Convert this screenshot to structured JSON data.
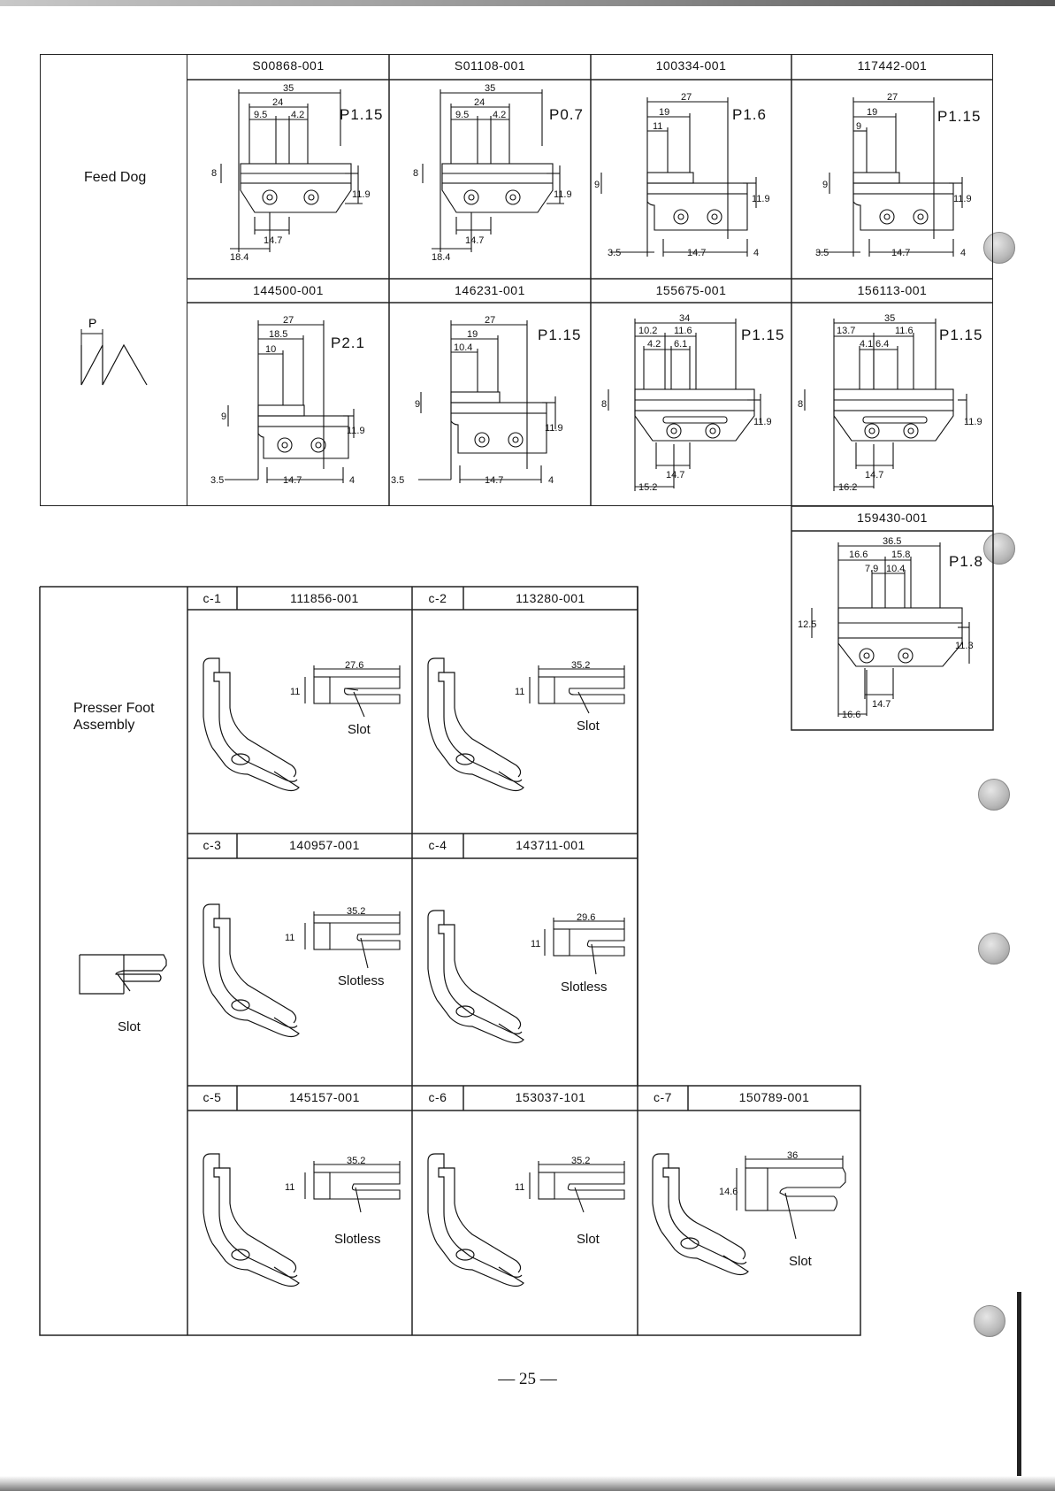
{
  "sections": {
    "feed_dog": "Feed Dog",
    "presser_foot": "Presser Foot\nAssembly"
  },
  "symbols": {
    "p": "P",
    "slot": "Slot"
  },
  "feed_dogs": [
    {
      "part": "S00868-001",
      "pitch": "P1.15",
      "dims": [
        "35",
        "24",
        "9.5",
        "4.2",
        "8",
        "11.9",
        "14.7",
        "18.4"
      ]
    },
    {
      "part": "S01108-001",
      "pitch": "P0.7",
      "dims": [
        "35",
        "24",
        "9.5",
        "4.2",
        "8",
        "11.9",
        "14.7",
        "18.4"
      ]
    },
    {
      "part": "100334-001",
      "pitch": "P1.6",
      "dims": [
        "27",
        "19",
        "11",
        "9",
        "11.9",
        "3.5",
        "14.7",
        "4"
      ]
    },
    {
      "part": "117442-001",
      "pitch": "P1.15",
      "dims": [
        "27",
        "19",
        "9",
        "9",
        "11.9",
        "3.5",
        "14.7",
        "4"
      ]
    },
    {
      "part": "144500-001",
      "pitch": "P2.1",
      "dims": [
        "27",
        "18.5",
        "10",
        "9",
        "11.9",
        "3.5",
        "14.7",
        "4"
      ]
    },
    {
      "part": "146231-001",
      "pitch": "P1.15",
      "dims": [
        "27",
        "19",
        "10.4",
        "9",
        "11.9",
        "3.5",
        "14.7",
        "4"
      ]
    },
    {
      "part": "155675-001",
      "pitch": "P1.15",
      "dims": [
        "34",
        "10.2",
        "11.6",
        "4.2",
        "6.1",
        "8",
        "11.9",
        "14.7",
        "15.2"
      ]
    },
    {
      "part": "156113-001",
      "pitch": "P1.15",
      "dims": [
        "35",
        "13.7",
        "11.6",
        "4.1",
        "6.4",
        "8",
        "11.9",
        "14.7",
        "16.2"
      ]
    },
    {
      "part": "159430-001",
      "pitch": "P1.8",
      "dims": [
        "36.5",
        "16.6",
        "15.8",
        "7.9",
        "10.4",
        "12.5",
        "11.3",
        "14.7",
        "16.6"
      ]
    }
  ],
  "presser_feet": [
    {
      "code": "c-1",
      "part": "111856-001",
      "width": "27.6",
      "height": "11",
      "type": "Slot"
    },
    {
      "code": "c-2",
      "part": "113280-001",
      "width": "35.2",
      "height": "11",
      "type": "Slot"
    },
    {
      "code": "c-3",
      "part": "140957-001",
      "width": "35.2",
      "height": "11",
      "type": "Slotless"
    },
    {
      "code": "c-4",
      "part": "143711-001",
      "width": "29.6",
      "height": "11",
      "type": "Slotless"
    },
    {
      "code": "c-5",
      "part": "145157-001",
      "width": "35.2",
      "height": "11",
      "type": "Slotless"
    },
    {
      "code": "c-6",
      "part": "153037-101",
      "width": "35.2",
      "height": "11",
      "type": "Slot"
    },
    {
      "code": "c-7",
      "part": "150789-001",
      "width": "36",
      "height": "14.6",
      "type": "Slot"
    }
  ],
  "page_number": "— 25 —"
}
